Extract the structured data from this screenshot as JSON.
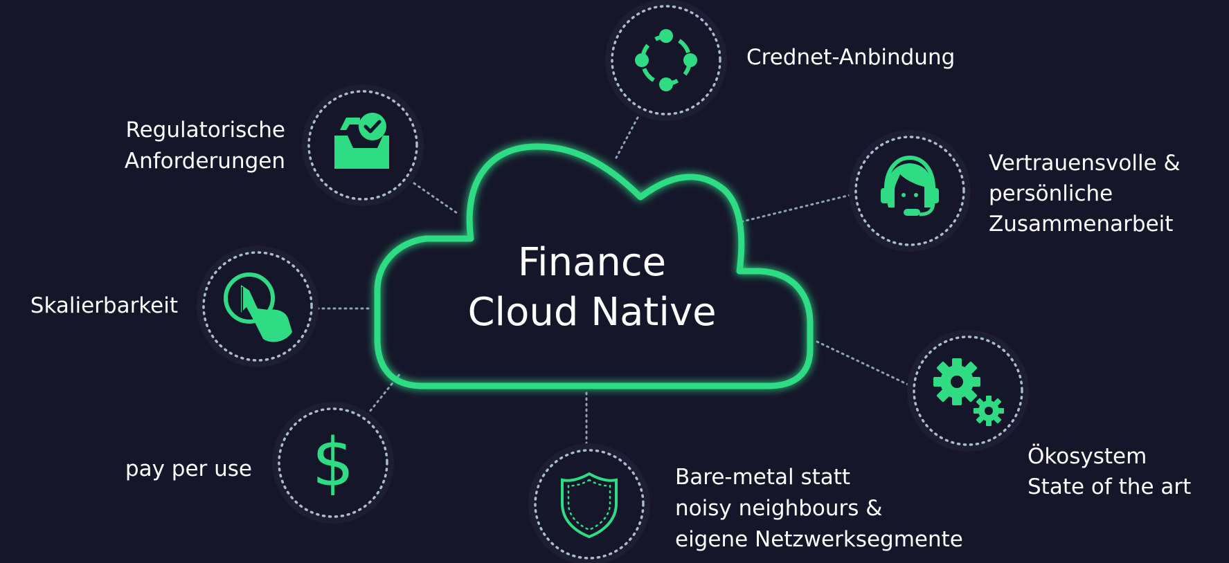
{
  "center": {
    "title_lines": [
      "Finance",
      "Cloud Native"
    ]
  },
  "features": {
    "crednet": {
      "lines": [
        "Crednet-Anbindung"
      ],
      "icon": "network-nodes-icon"
    },
    "regulatory": {
      "lines": [
        "Regulatorische",
        "Anforderungen"
      ],
      "icon": "inbox-check-icon"
    },
    "trust": {
      "lines": [
        "Vertrauensvolle &",
        "persönliche",
        "Zusammenarbeit"
      ],
      "icon": "headset-person-icon"
    },
    "scalability": {
      "lines": [
        "Skalierbarkeit"
      ],
      "icon": "click-hand-icon"
    },
    "ecosystem": {
      "lines": [
        "Ökosystem",
        "State of the art"
      ],
      "icon": "gears-icon"
    },
    "payperuse": {
      "lines": [
        "pay per use"
      ],
      "icon": "dollar-icon"
    },
    "baremetal": {
      "lines": [
        "Bare-metal statt",
        "noisy neighbours &",
        "eigene Netzwerksegmente"
      ],
      "icon": "shield-icon"
    }
  },
  "colors": {
    "background": "#16162a",
    "accent": "#2fdc84",
    "ring": "#a9bdcc",
    "text": "#ffffff"
  }
}
